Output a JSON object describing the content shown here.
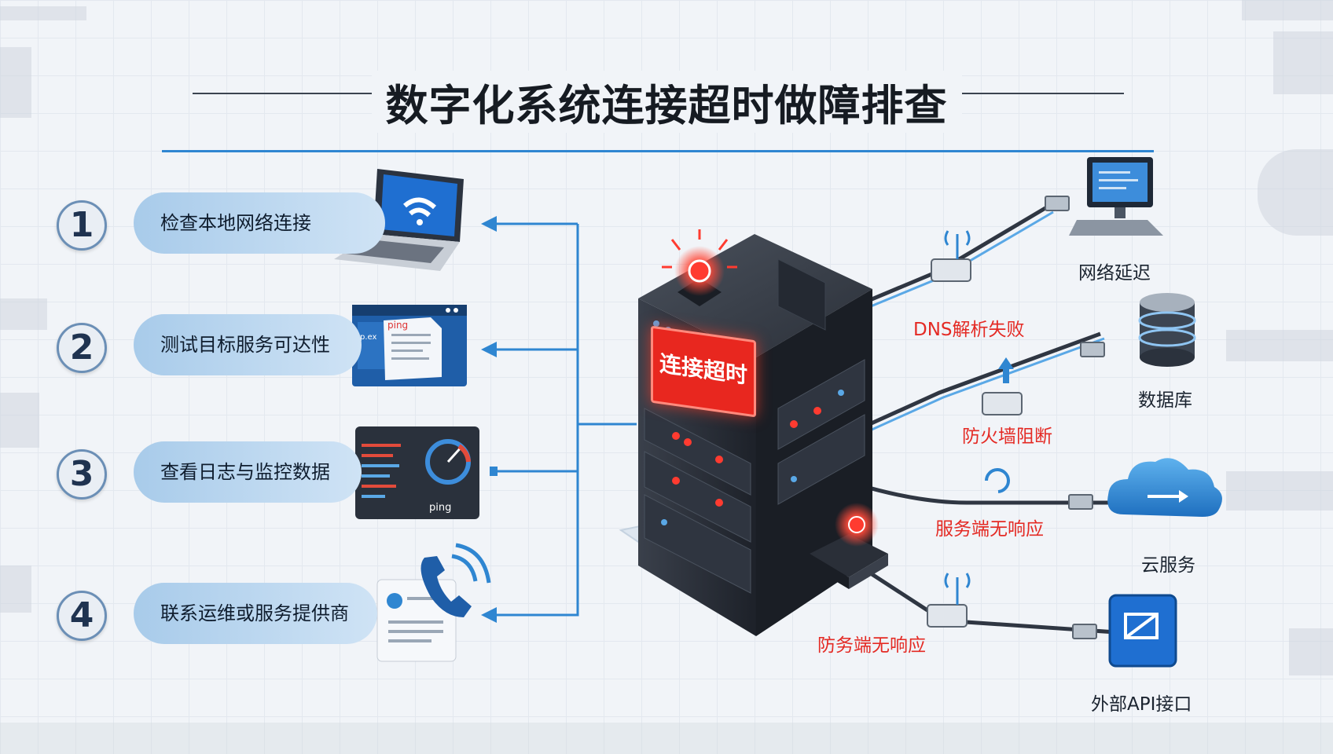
{
  "title": "数字化系统连接超时做障排查",
  "steps": [
    {
      "number": "1",
      "label": "检查本地网络连接"
    },
    {
      "number": "2",
      "label": "测试目标服务可达性"
    },
    {
      "number": "3",
      "label": "查看日志与监控数据"
    },
    {
      "number": "4",
      "label": "联系运维或服务提供商"
    }
  ],
  "server": {
    "banner": "连接超时"
  },
  "faults": {
    "dns": "DNS解析失败",
    "firewall": "防火墙阻断",
    "no_response": "服务端无响应",
    "no_response_2": "防务端无响应"
  },
  "endpoints": {
    "network": "网络延迟",
    "database": "数据库",
    "cloud": "云服务",
    "api": "外部API接口"
  },
  "icons": {
    "laptop": "wifi-laptop-icon",
    "browser": "browser-window-icon",
    "dashboard": "monitor-dashboard-icon",
    "phone": "phone-call-icon"
  },
  "mini_text": {
    "browser_tag": "ping",
    "browser_side": "p.ex",
    "dashboard_tag": "ping"
  },
  "colors": {
    "accent_blue": "#2f86d1",
    "alert_red": "#e42a24",
    "server_body": "#2a2f38"
  }
}
